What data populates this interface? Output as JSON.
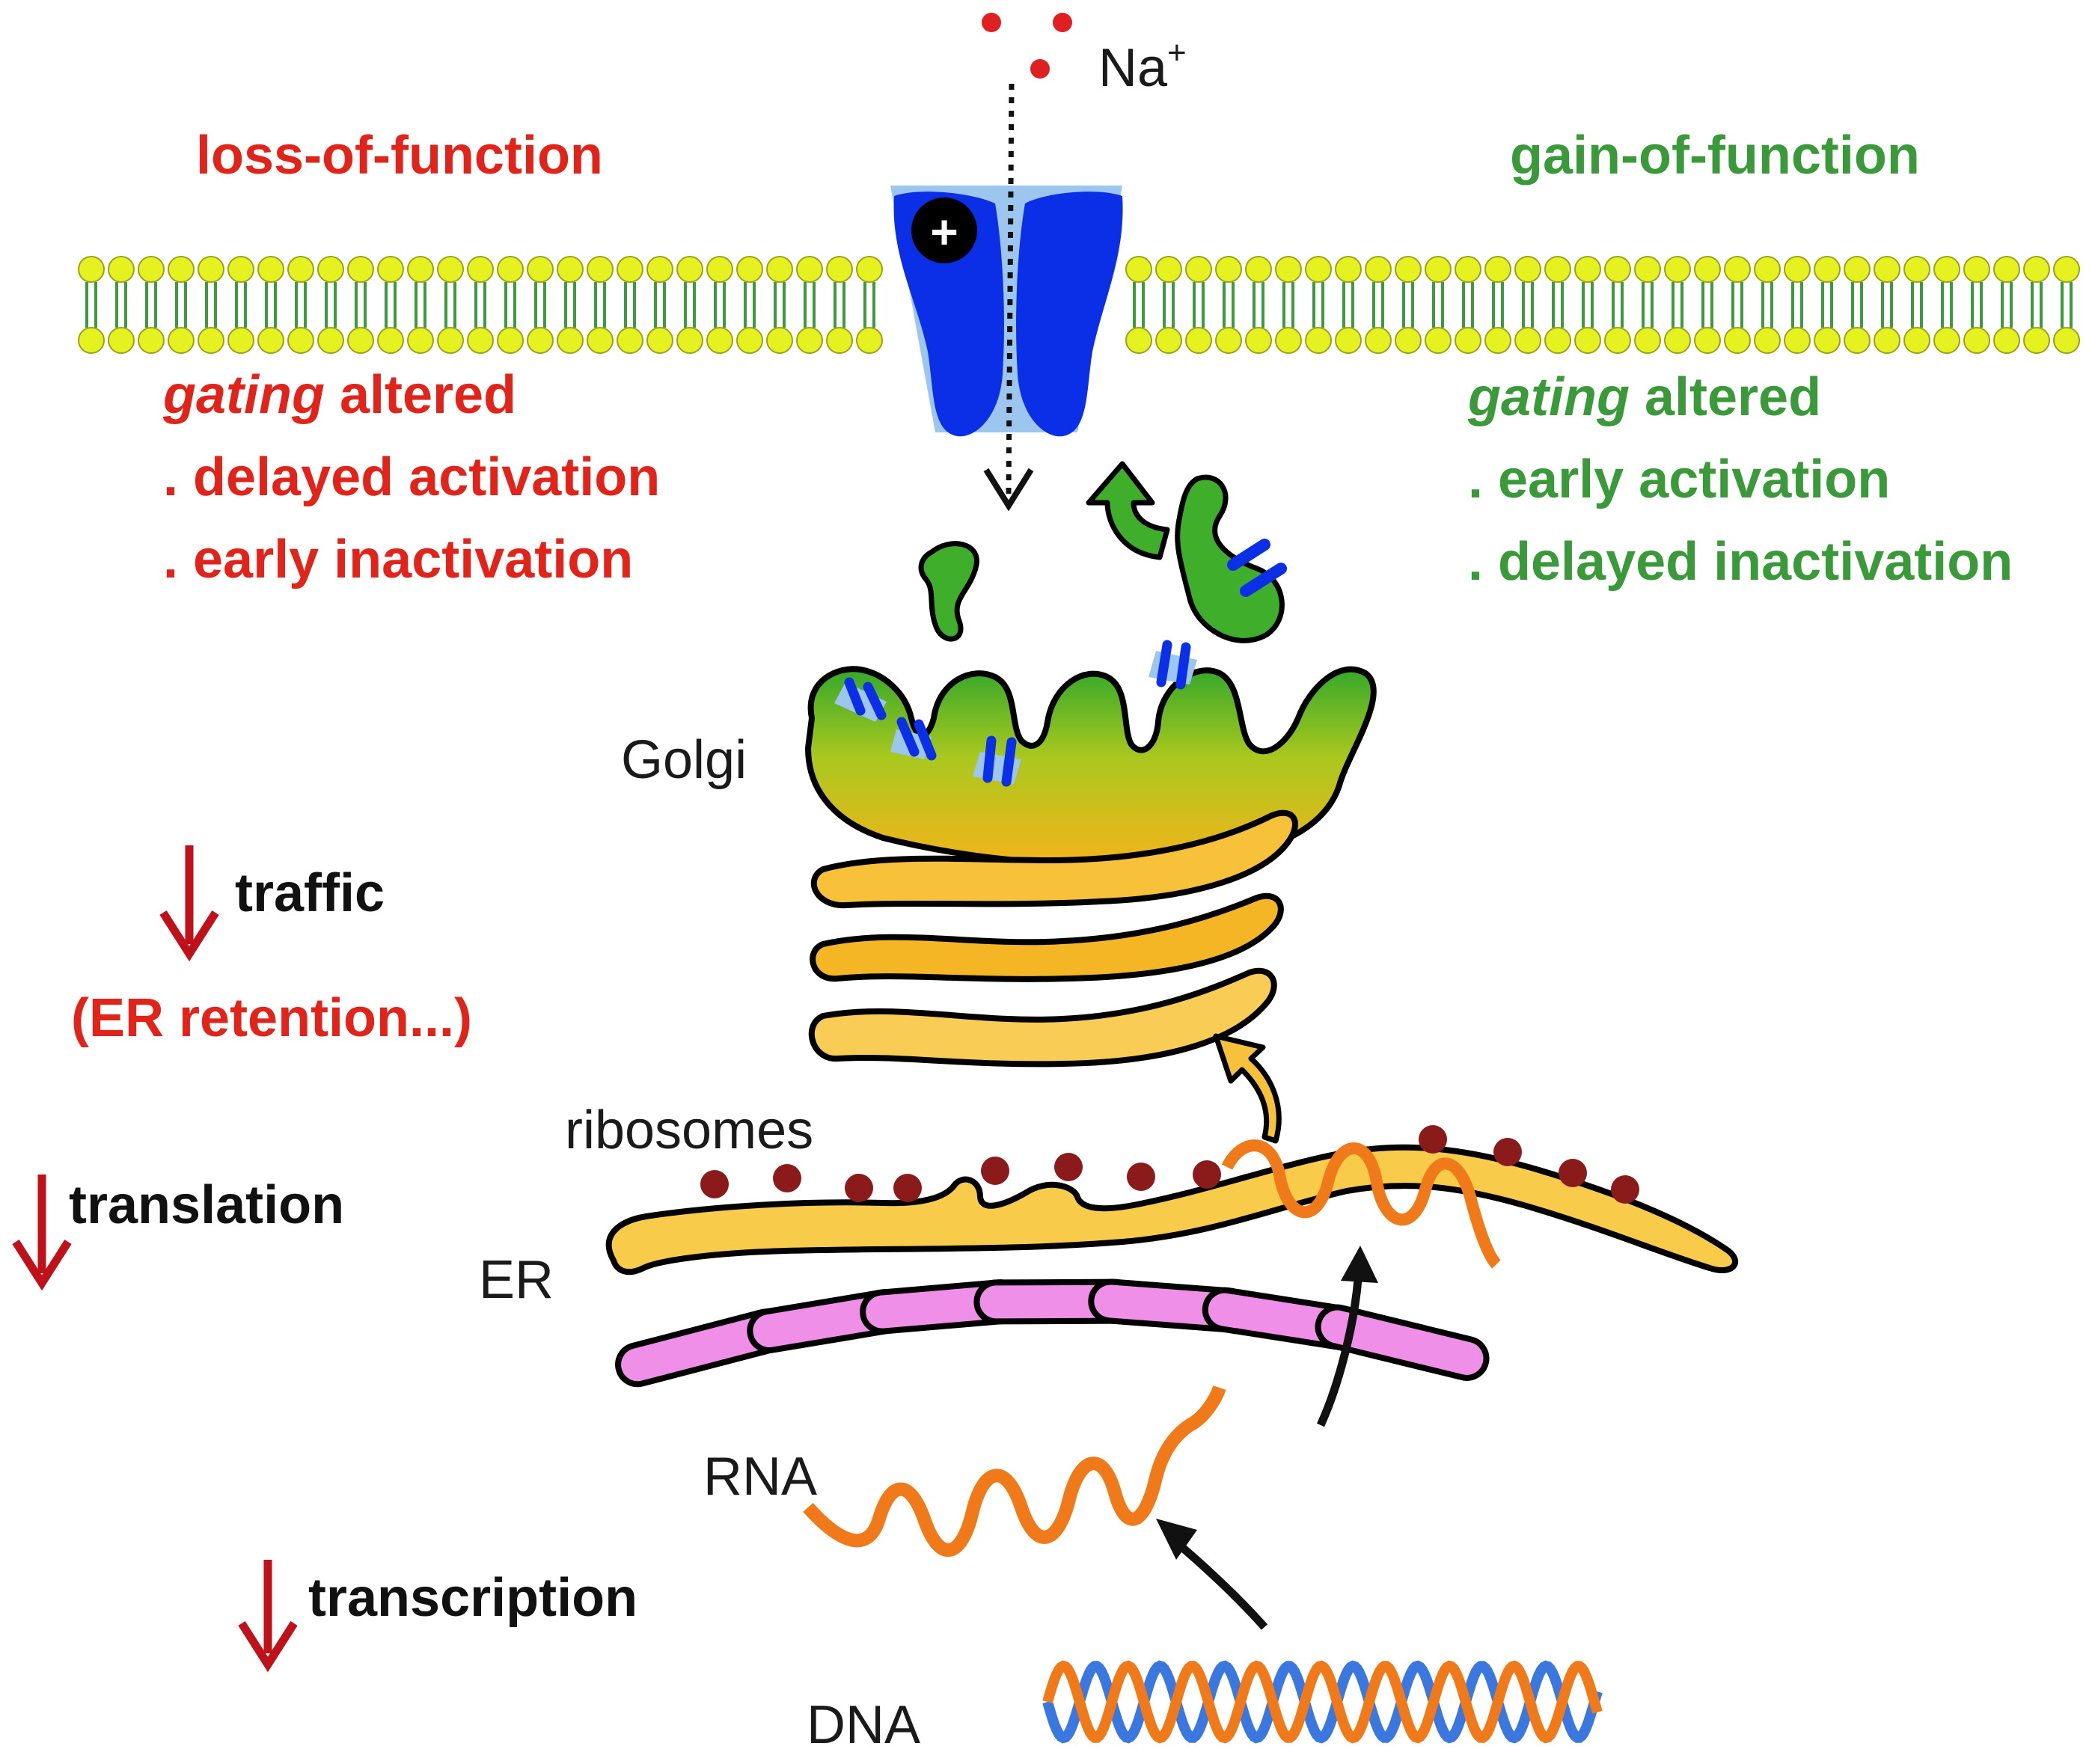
{
  "colors": {
    "loss": "#e2231a",
    "gain": "#3a9a3a",
    "arrow_red": "#c0101a",
    "membrane_head": "#e6f21f",
    "membrane_tail": "#3d9a3d",
    "channel": "#0a2fe6",
    "channel_pore": "#9cc6ee",
    "golgi_top": "#3fae2a",
    "golgi_bottom": "#f2b418",
    "cisterna": "#f7c23a",
    "er": "#f8cc4a",
    "nuclear_pore": "#f08fe8",
    "ribosome": "#8b1a1a",
    "rna": "#f07a1a",
    "dna_blue": "#3a78e0",
    "dna_orange": "#f07a1a",
    "sodium": "#e02020"
  },
  "labels": {
    "ion": "Na",
    "ion_charge": "+",
    "channel_charge": "+",
    "golgi": "Golgi",
    "ribosomes": "ribosomes",
    "er": "ER",
    "rna": "RNA",
    "dna": "DNA"
  },
  "loss": {
    "title": "loss-of-function",
    "gating_word": "gating",
    "gating_rest": " altered",
    "bullet1": ". delayed activation",
    "bullet2": ". early inactivation",
    "traffic": "traffic",
    "er_retention": "(ER retention...)",
    "translation": "translation",
    "transcription": "transcription"
  },
  "gain": {
    "title": "gain-of-function",
    "gating_word": "gating",
    "gating_rest": " altered",
    "bullet1": ". early activation",
    "bullet2": ". delayed inactivation"
  },
  "icons": [
    "down-arrow-icon",
    "plus-icon",
    "sodium-ion-icon",
    "vesicle-icon",
    "ribosome-icon"
  ]
}
